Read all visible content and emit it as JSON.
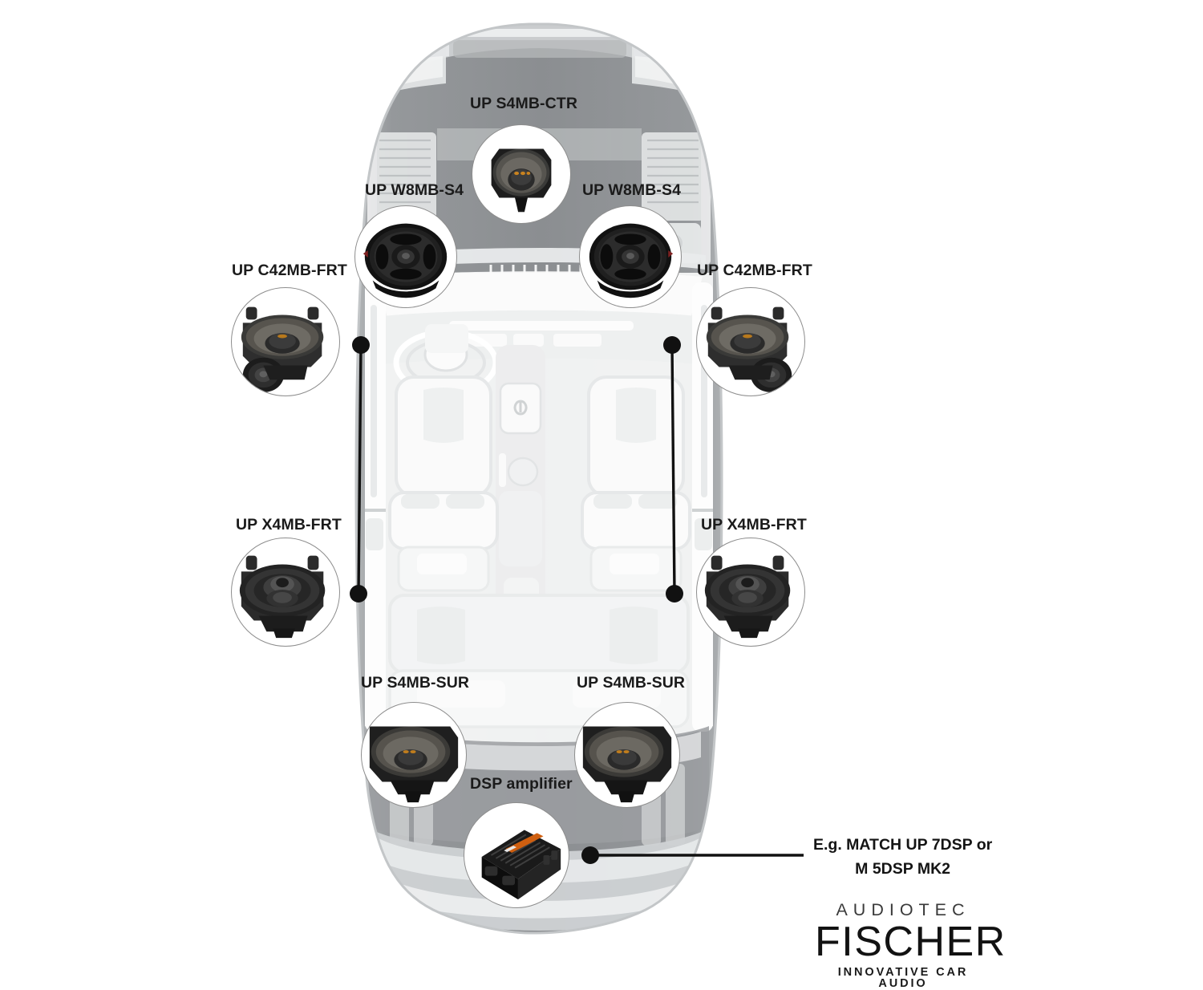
{
  "diagram": {
    "title_subject": "Car audio speaker installation layout",
    "vehicle_view": "top-down x-ray",
    "background_color": "#ffffff",
    "car_body_color": "#8d9093",
    "interior_color": "#f2f2f2",
    "line_color": "#111111"
  },
  "callouts": [
    {
      "id": "center",
      "label": "UP S4MB-CTR",
      "product": "UP S4MB-CTR",
      "icon": "speaker-coaxial-center-icon",
      "position": "dashboard-center"
    },
    {
      "id": "front-left-woofer",
      "label": "UP W8MB-S4",
      "product": "UP W8MB-S4",
      "icon": "speaker-woofer-icon",
      "position": "front-left-underseat"
    },
    {
      "id": "front-right-woofer",
      "label": "UP W8MB-S4",
      "product": "UP W8MB-S4",
      "icon": "speaker-woofer-icon",
      "position": "front-right-underseat"
    },
    {
      "id": "front-left-comp",
      "label": "UP C42MB-FRT",
      "product": "UP C42MB-FRT",
      "icon": "speaker-component-set-icon",
      "position": "front-left-door"
    },
    {
      "id": "front-right-comp",
      "label": "UP C42MB-FRT",
      "product": "UP C42MB-FRT",
      "icon": "speaker-component-set-icon",
      "position": "front-right-door"
    },
    {
      "id": "rear-left-coax",
      "label": "UP X4MB-FRT",
      "product": "UP X4MB-FRT",
      "icon": "speaker-coaxial-icon",
      "position": "rear-left-door"
    },
    {
      "id": "rear-right-coax",
      "label": "UP X4MB-FRT",
      "product": "UP X4MB-FRT",
      "icon": "speaker-coaxial-icon",
      "position": "rear-right-door"
    },
    {
      "id": "surround-left",
      "label": "UP S4MB-SUR",
      "product": "UP S4MB-SUR",
      "icon": "speaker-surround-icon",
      "position": "rear-left-shelf"
    },
    {
      "id": "surround-right",
      "label": "UP S4MB-SUR",
      "product": "UP S4MB-SUR",
      "icon": "speaker-surround-icon",
      "position": "rear-right-shelf"
    },
    {
      "id": "amplifier",
      "label": "DSP amplifier",
      "product": "DSP amplifier",
      "icon": "dsp-amplifier-icon",
      "position": "trunk"
    }
  ],
  "amplifier_note": {
    "line1": "E.g. MATCH UP 7DSP or",
    "line2": "M 5DSP MK2"
  },
  "brand": {
    "line1": "AUDIOTEC",
    "line2": "FISCHER",
    "tagline": "INNOVATIVE CAR AUDIO"
  }
}
